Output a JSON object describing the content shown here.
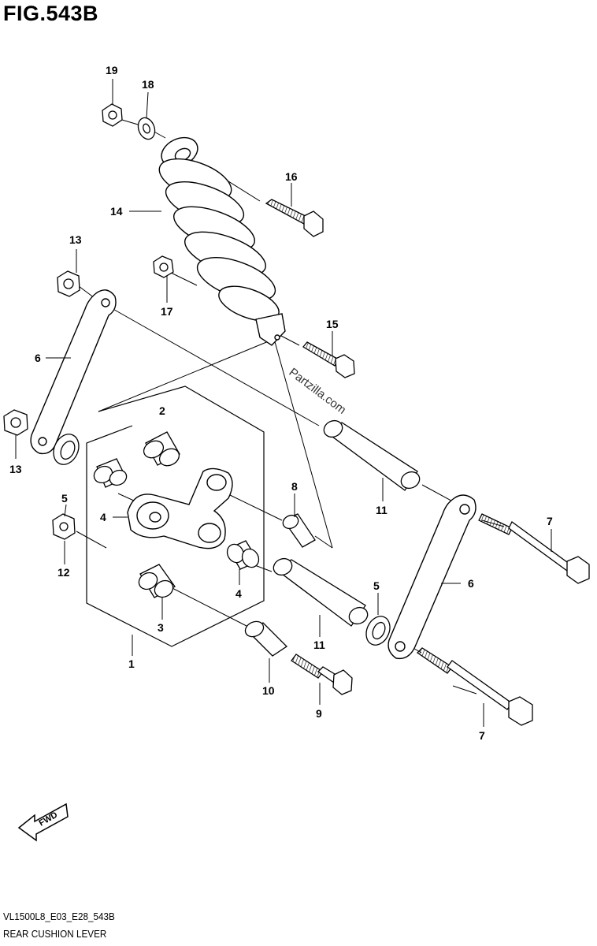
{
  "figure": {
    "title": "FIG.543B",
    "model_code": "VL1500L8_E03_E28_543B",
    "section_name": "REAR CUSHION LEVER",
    "watermark": "Partzilla.com",
    "direction_label": "FWD"
  },
  "callouts": [
    {
      "id": "c19",
      "label": "19"
    },
    {
      "id": "c18",
      "label": "18"
    },
    {
      "id": "c16",
      "label": "16"
    },
    {
      "id": "c14",
      "label": "14"
    },
    {
      "id": "c13a",
      "label": "13"
    },
    {
      "id": "c17",
      "label": "17"
    },
    {
      "id": "c15",
      "label": "15"
    },
    {
      "id": "c6a",
      "label": "6"
    },
    {
      "id": "c2",
      "label": "2"
    },
    {
      "id": "c13b",
      "label": "13"
    },
    {
      "id": "c8",
      "label": "8"
    },
    {
      "id": "c11a",
      "label": "11"
    },
    {
      "id": "c5a",
      "label": "5"
    },
    {
      "id": "c4a",
      "label": "4"
    },
    {
      "id": "c7a",
      "label": "7"
    },
    {
      "id": "c12",
      "label": "12"
    },
    {
      "id": "c6b",
      "label": "6"
    },
    {
      "id": "c4b",
      "label": "4"
    },
    {
      "id": "c5b",
      "label": "5"
    },
    {
      "id": "c3",
      "label": "3"
    },
    {
      "id": "c11b",
      "label": "11"
    },
    {
      "id": "c1",
      "label": "1"
    },
    {
      "id": "c10",
      "label": "10"
    },
    {
      "id": "c9",
      "label": "9"
    },
    {
      "id": "c7b",
      "label": "7"
    }
  ]
}
